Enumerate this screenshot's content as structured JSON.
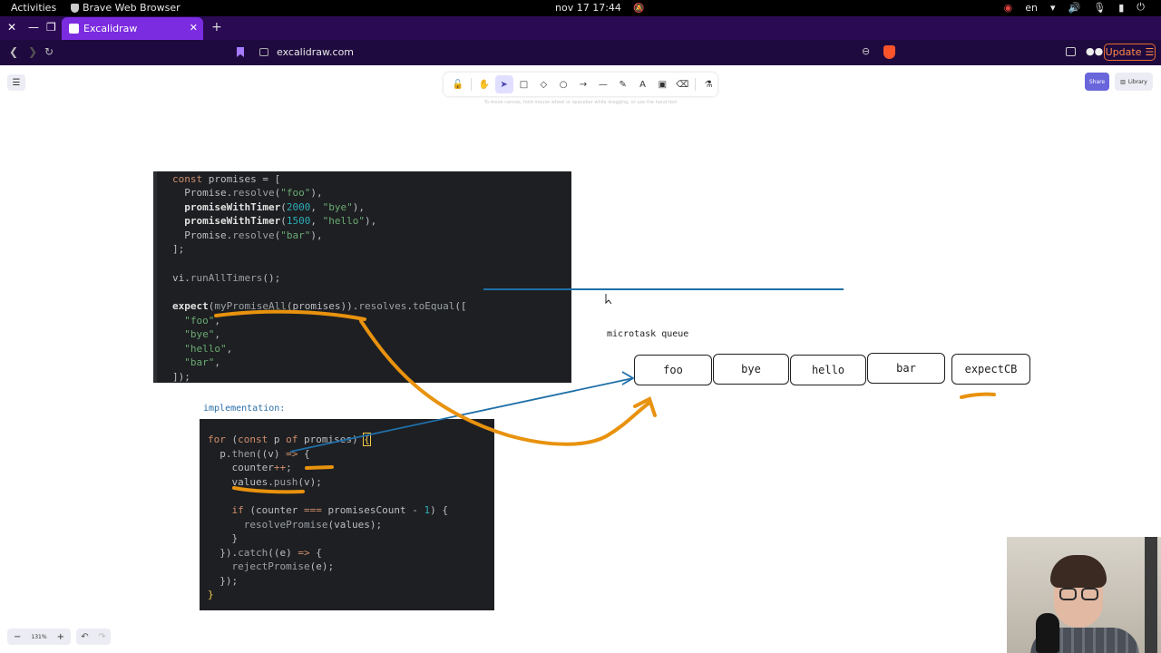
{
  "system_bar": {
    "activities": "Activities",
    "app_name": "Brave Web Browser",
    "clock": "nov 17  17:44",
    "language": "en"
  },
  "browser": {
    "tab_title": "Excalidraw",
    "url": "excalidraw.com",
    "update_label": "Update",
    "accent_color": "#7b2ce0"
  },
  "toolbar": {
    "tools": [
      {
        "name": "lock-icon",
        "glyph": "🔓"
      },
      {
        "name": "hand-icon",
        "glyph": "✋"
      },
      {
        "name": "selection-icon",
        "glyph": "➤"
      },
      {
        "name": "rectangle-icon",
        "glyph": "□"
      },
      {
        "name": "diamond-icon",
        "glyph": "◇"
      },
      {
        "name": "ellipse-icon",
        "glyph": "○"
      },
      {
        "name": "arrow-icon",
        "glyph": "→"
      },
      {
        "name": "line-icon",
        "glyph": "—"
      },
      {
        "name": "pencil-icon",
        "glyph": "✎"
      },
      {
        "name": "text-icon",
        "glyph": "A"
      },
      {
        "name": "image-icon",
        "glyph": "▣"
      },
      {
        "name": "eraser-icon",
        "glyph": "⌫"
      },
      {
        "name": "extra-tools-icon",
        "glyph": "⚗"
      }
    ],
    "hint": "To move canvas, hold mouse wheel or spacebar while dragging, or use the hand tool",
    "share_label": "Share",
    "library_label": "Library"
  },
  "zoom": {
    "value": "131%",
    "minus": "−",
    "plus": "+"
  },
  "canvas": {
    "implementation_label": "implementation:",
    "microtask_label": "microtask queue",
    "queue": [
      "foo",
      "bye",
      "hello",
      "bar",
      "expectCB"
    ]
  },
  "code_top": [
    "const promises = [",
    "  Promise.resolve(\"foo\"),",
    "  promiseWithTimer(2000, \"bye\"),",
    "  promiseWithTimer(1500, \"hello\"),",
    "  Promise.resolve(\"bar\"),",
    "];",
    "",
    "vi.runAllTimers();",
    "",
    "expect(myPromiseAll(promises)).resolves.toEqual([",
    "  \"foo\",",
    "  \"bye\",",
    "  \"hello\",",
    "  \"bar\",",
    "]);"
  ],
  "code_bottom": [
    "for (const p of promises) {",
    "  p.then((v) => {",
    "    counter++;",
    "    values.push(v);",
    "",
    "    if (counter === promisesCount - 1) {",
    "      resolvePromise(values);",
    "    }",
    "  }).catch((e) => {",
    "    rejectPromise(e);",
    "  });",
    "}"
  ],
  "colors": {
    "orange_stroke": "#e8920e",
    "blue_stroke": "#1f6fa8",
    "code_bg": "#1e1f22"
  }
}
